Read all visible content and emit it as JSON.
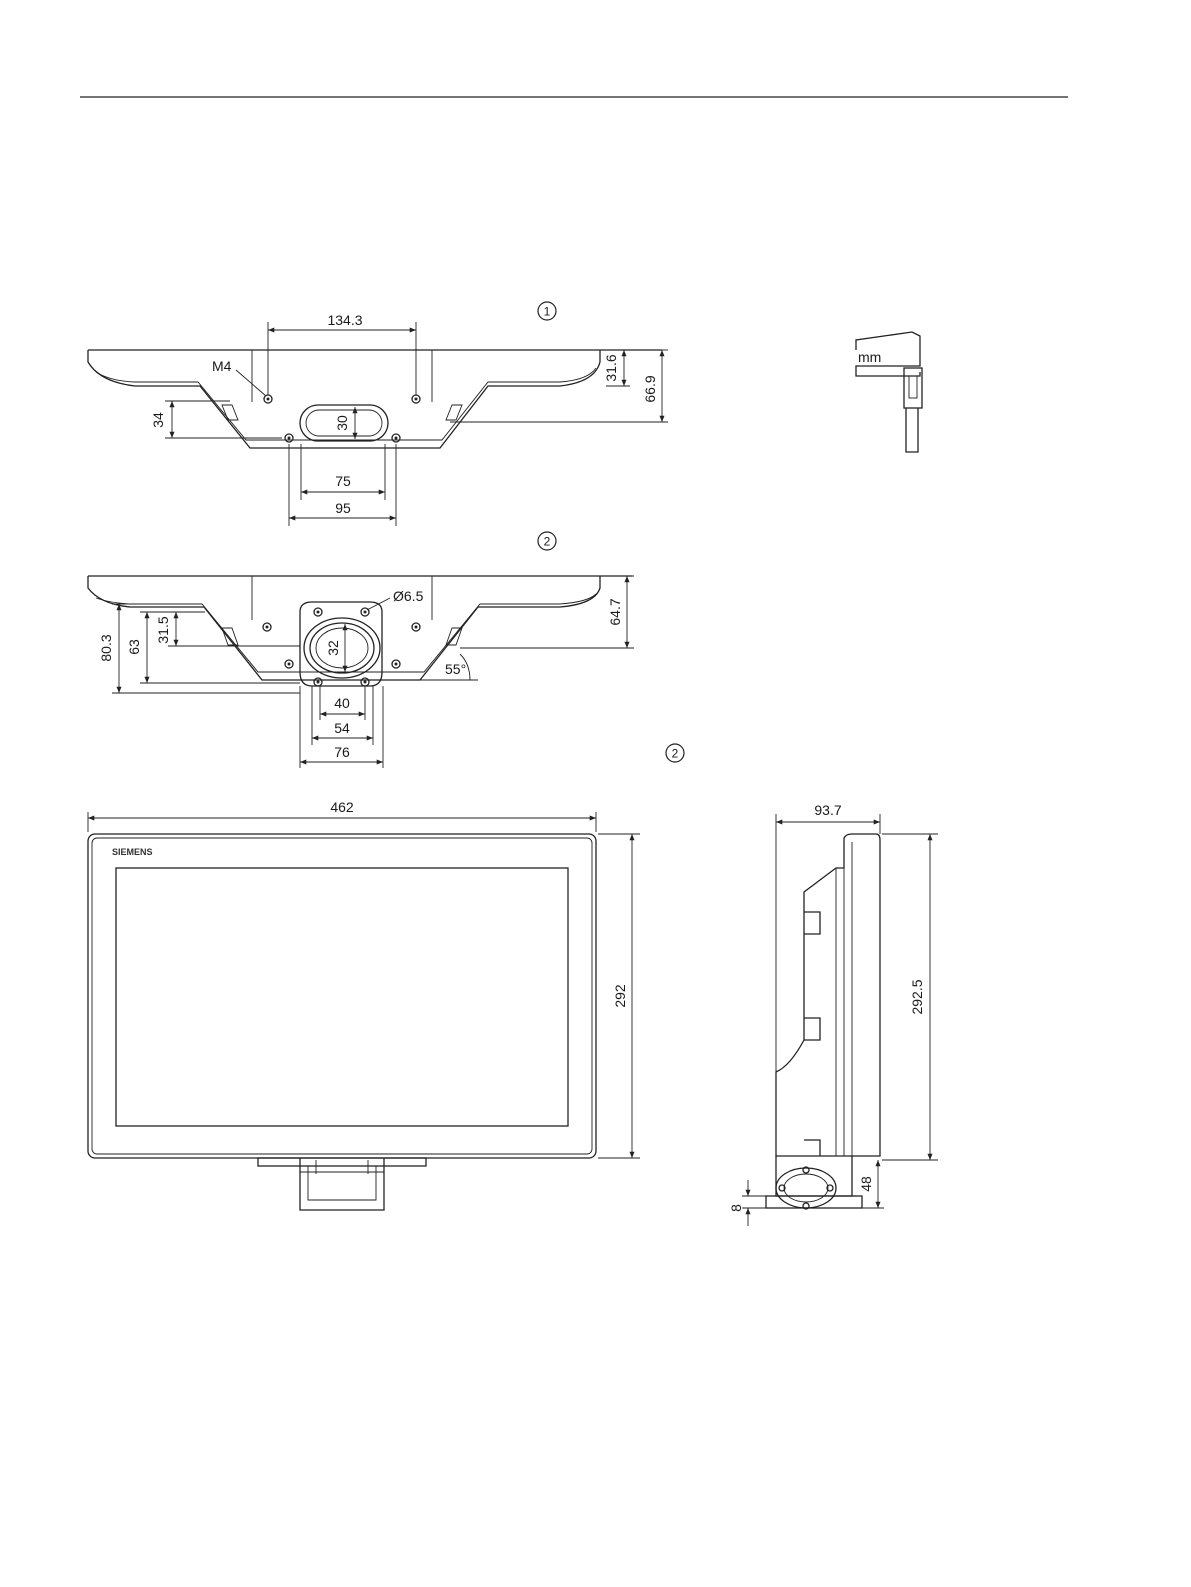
{
  "callouts": {
    "view_1": "1",
    "view_2": "2",
    "view_3": "2"
  },
  "units_icon": "mm",
  "view_top_1": {
    "dim_hole_spacing": "134.3",
    "thread_label": "M4",
    "dim_depth_inner": "31.6",
    "dim_depth_outer": "66.9",
    "dim_offset": "34",
    "dim_slot_height": "30",
    "dim_slot_width": "75",
    "dim_hole_pitch": "95"
  },
  "view_top_2": {
    "dim_hole_dia": "Ø6.5",
    "dim_height_total": "80.3",
    "dim_height_63": "63",
    "dim_height_31_5": "31.5",
    "dim_opening_height": "32",
    "dim_depth": "64.7",
    "dim_angle": "55°",
    "dim_opening_width": "40",
    "dim_hole_pitch": "54",
    "dim_flange_width": "76"
  },
  "front_view": {
    "brand": "SIEMENS",
    "dim_width": "462",
    "dim_height": "292"
  },
  "side_view": {
    "dim_depth": "93.7",
    "dim_height": "292.5",
    "dim_foot_height": "48",
    "dim_foot_plate": "8"
  }
}
